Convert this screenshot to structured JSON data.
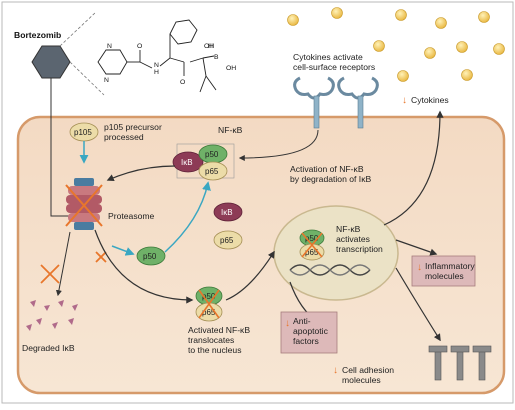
{
  "drug": {
    "name": "Bortezomib"
  },
  "labels": {
    "p105_processed": [
      "p105 precursor",
      "processed"
    ],
    "nfkb_title": "NF-κB",
    "proteasome": "Proteasome",
    "cytokines_activate": [
      "Cytokines activate",
      "cell-surface receptors"
    ],
    "cytokines": "Cytokines",
    "activation": [
      "Activation of NF-κB",
      "by degradation of IκB"
    ],
    "nfkb_activates": [
      "NF-κB",
      "activates",
      "transcription"
    ],
    "inflammatory": [
      "Inflammatory",
      "molecules"
    ],
    "anti_apoptotic": [
      "Anti-",
      "apoptotic",
      "factors"
    ],
    "activated_translocates": [
      "Activated NF-κB",
      "translocates",
      "to the nucleus"
    ],
    "degraded": "Degraded IκB",
    "cell_adhesion": [
      "Cell adhesion",
      "molecules"
    ]
  },
  "molecules": {
    "p105": "p105",
    "ikb": "IκB",
    "p50": "p50",
    "p65": "p65"
  },
  "chem_atoms": {
    "N1": "N",
    "N2": "N",
    "H1": "H",
    "N3": "N",
    "O1": "O",
    "O2": "O",
    "B": "B",
    "H2": "H",
    "OH": "OH",
    "OH2": "OH"
  },
  "colors": {
    "cell": "#f6e2cd",
    "membrane": "#d9a377",
    "nucleus": "#ebe3c8",
    "ikb": "#8d3b56",
    "p50": "#6fb168",
    "p65": "#ecdca8",
    "arrow": "#333333",
    "cyan_arrow": "#3aa7c2",
    "inhibit": "#e8762b",
    "box": "#d9b6b6",
    "cytokine": "#f2c14e"
  }
}
